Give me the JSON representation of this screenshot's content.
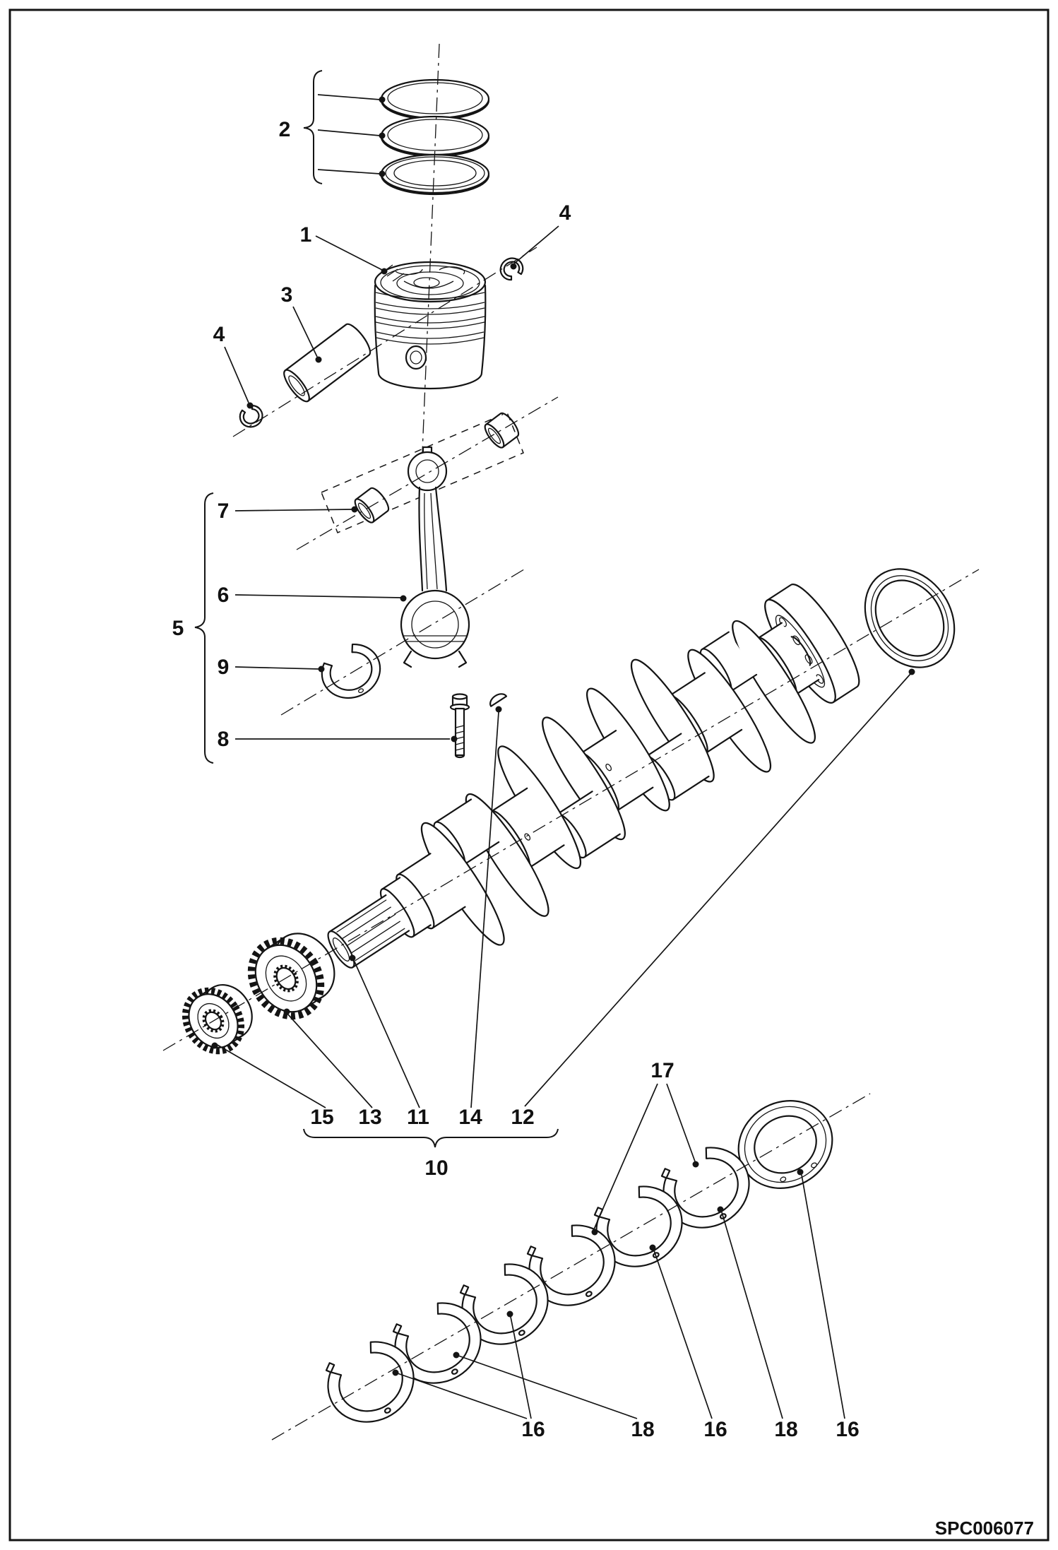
{
  "figure": {
    "code": "SPC006077",
    "callouts": {
      "ring_set": "2",
      "piston": "1",
      "piston_pin": "3",
      "retainer_right": "4",
      "retainer_left": "4",
      "rod_group": "5",
      "connecting_rod": "6",
      "small_end_bushing": "7",
      "rod_bolt": "8",
      "rod_bearing": "9",
      "crankshaft_group": "10",
      "crank_nose": "11",
      "rear_seal_ring": "12",
      "crank_gear": "13",
      "woodruff_key": "14",
      "pump_gear": "15",
      "main_bearing_a": "16",
      "main_bearing_set": "17",
      "main_bearing_b": "18",
      "main_bearing_c": "16",
      "main_bearing_d": "18",
      "main_bearing_e": "16"
    }
  }
}
